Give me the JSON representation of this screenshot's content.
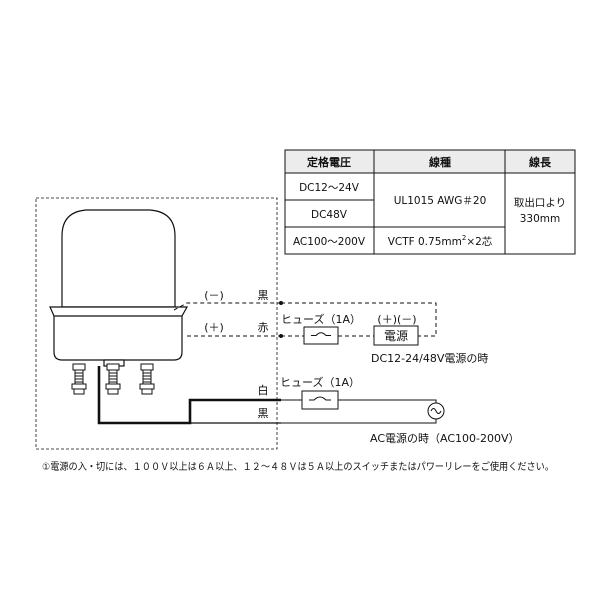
{
  "table": {
    "headers": [
      "定格電圧",
      "線種",
      "線長"
    ],
    "rows": [
      {
        "voltage": "DC12～24V"
      },
      {
        "voltage": "DC48V"
      },
      {
        "voltage": "AC100～200V"
      }
    ],
    "wire_type_dc": "UL1015 AWG＃20",
    "wire_type_ac_prefix": "VCTF 0.75mm",
    "wire_type_ac_sup": "2",
    "wire_type_ac_suffix": "×2芯",
    "wire_length_line1": "取出口より",
    "wire_length_line2": "330mm"
  },
  "wires": {
    "black_top": "黒",
    "red": "赤",
    "white": "白",
    "black_bottom": "黒",
    "minus": "(－)",
    "plus": "(＋)"
  },
  "dc_circuit": {
    "fuse": "ヒューズ（1A）",
    "polarity": "(＋)(－)",
    "power": "電源",
    "caption": "DC12-24/48V電源の時"
  },
  "ac_circuit": {
    "fuse": "ヒューズ（1A）",
    "caption": "AC電源の時（AC100-200V）"
  },
  "footnote": "①電源の入・切には、１００Ｖ以上は６Ａ以上、１２～４８Ｖは５Ａ以上のスイッチまたはパワーリレーをご使用ください。",
  "colors": {
    "line": "#111111",
    "lamp_fill": "#ffffff",
    "table_head_bg": "#ececec"
  }
}
